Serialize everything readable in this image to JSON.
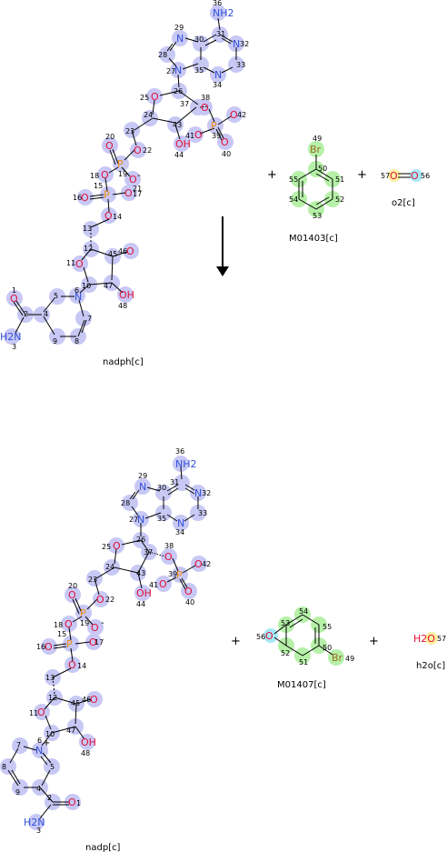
{
  "labels": {
    "nadph": "nadph[c]",
    "m01403": "M01403[c]",
    "o2": "o2[c]",
    "nadp": "nadp[c]",
    "m01407": "M01407[c]",
    "h2o": "h2o[c]"
  },
  "symbols": {
    "plus": "+",
    "N": "N",
    "O": "O",
    "P": "P",
    "Br": "Br",
    "NH2": "NH2",
    "H2N": "H2N",
    "OH": "OH",
    "H2O": "H2O",
    "minus": "-",
    "cationPlus": "+"
  },
  "colors": {
    "nitrogen": "#3050d8",
    "oxygen": "#e0103a",
    "phosphorus": "#ee8a10",
    "bromine": "#9a6a20",
    "highlight": "#c8c8f5",
    "highlight_green": "#b6f0a8"
  }
}
